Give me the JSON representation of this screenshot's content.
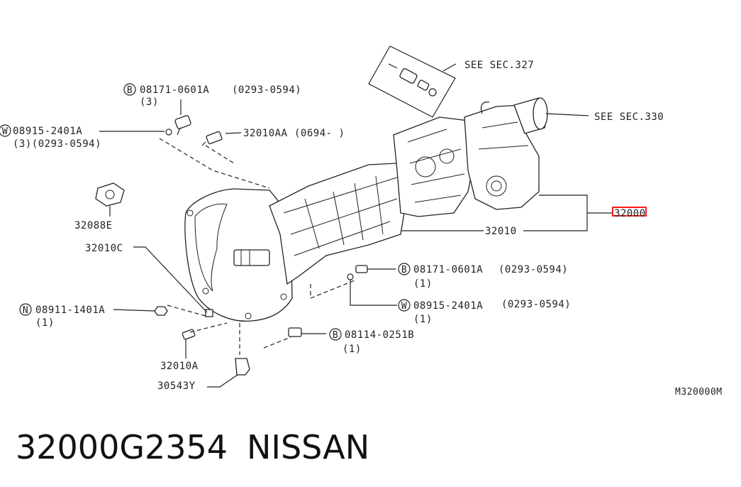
{
  "diagram_code": "M320000M",
  "part_number": "32000G2354",
  "brand": "NISSAN",
  "highlighted_ref": "32000",
  "highlight_color": "#ff1a1a",
  "callouts": {
    "see_327": "SEE SEC.327",
    "see_330": "SEE SEC.330",
    "b_top": {
      "prefix": "B",
      "code": "08171-0601A",
      "range": "(0293-0594)",
      "qty": "(3)"
    },
    "w_top": {
      "prefix": "W",
      "code": "08915-2401A",
      "qty": "(3)(0293-0594)"
    },
    "aa": {
      "code": "32010AA",
      "range": "(0694-   )"
    },
    "e": "32088E",
    "c": "32010C",
    "n": {
      "prefix": "N",
      "code": "08911-1401A",
      "qty": "(1)"
    },
    "a": "32010A",
    "y": "30543Y",
    "main_assy": "32000",
    "case": "32010",
    "b_mid": {
      "prefix": "B",
      "code": "08171-0601A",
      "range": "(0293-0594)",
      "qty": "(1)"
    },
    "w_mid": {
      "prefix": "W",
      "code": "08915-2401A",
      "range": "(0293-0594)",
      "qty": "(1)"
    },
    "b_low": {
      "prefix": "B",
      "code": "08114-0251B",
      "qty": "(1)"
    }
  }
}
